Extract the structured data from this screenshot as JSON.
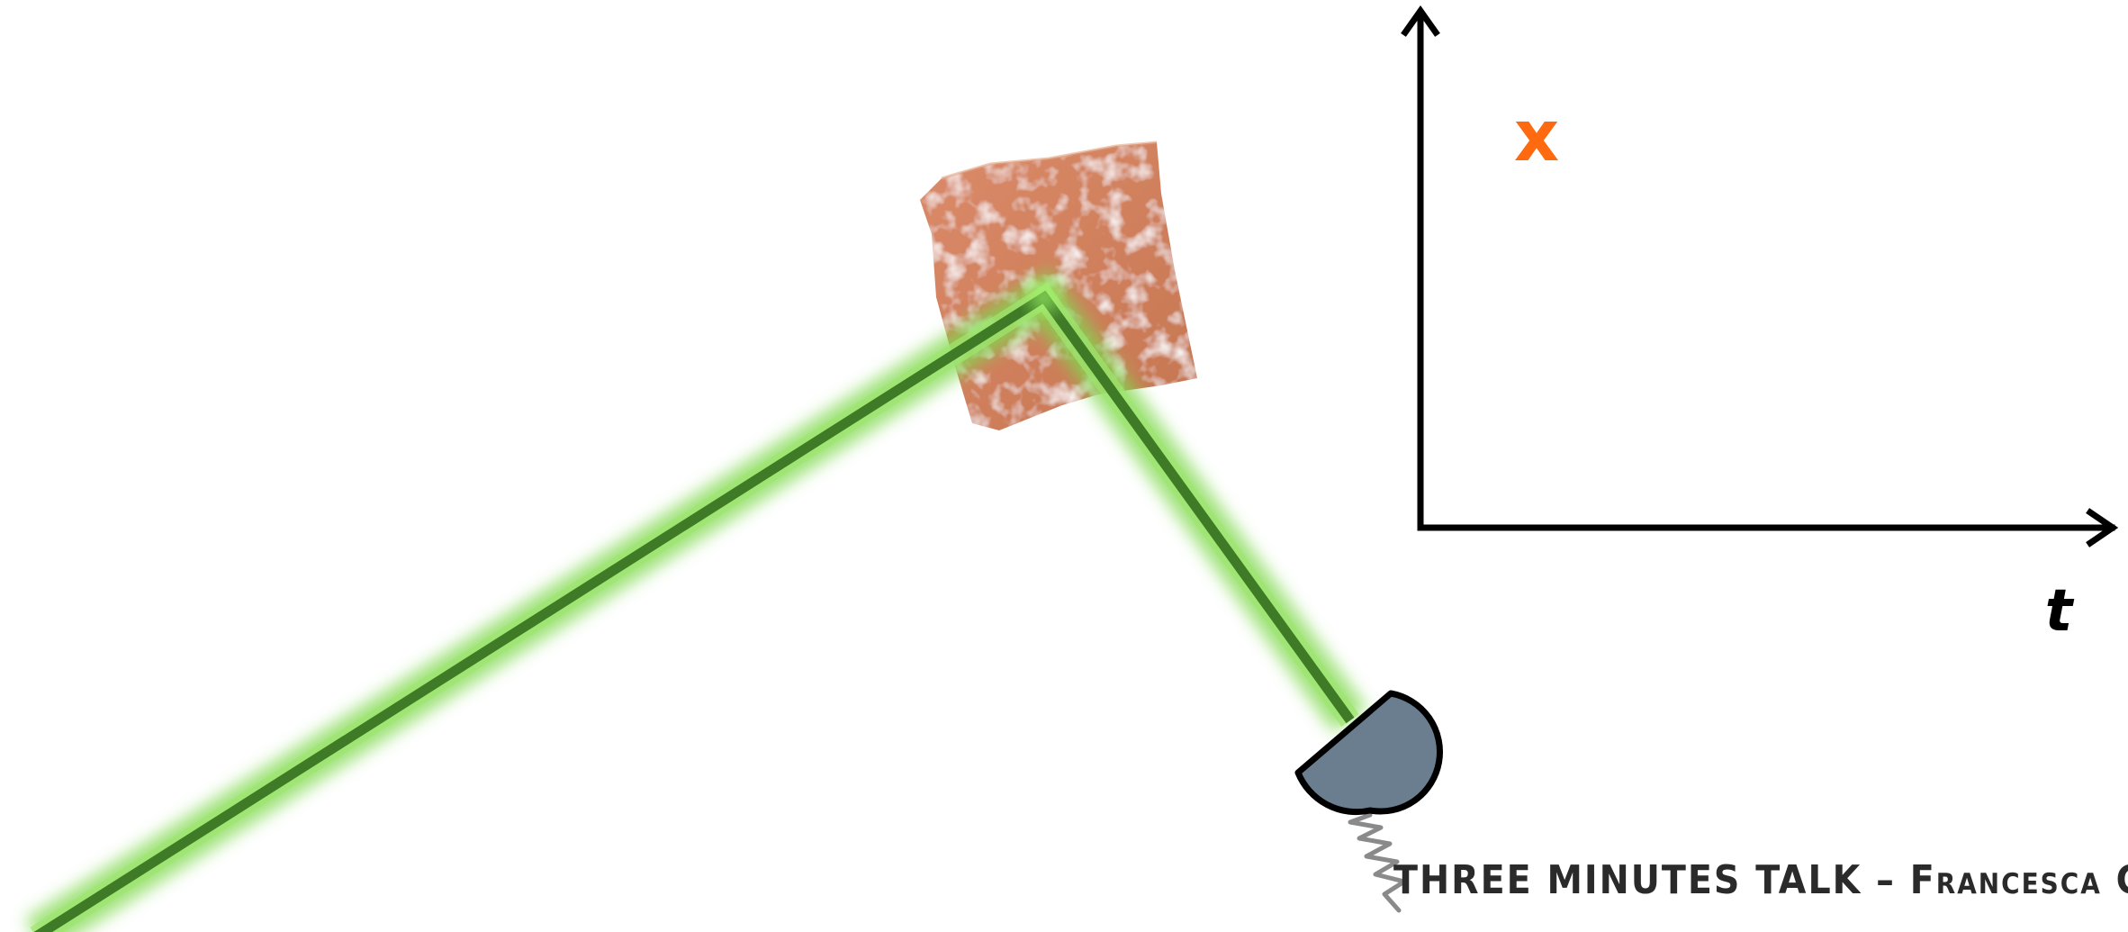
{
  "graph": {
    "y_label": "x",
    "x_label": "t"
  },
  "footer": {
    "prefix": "THREE MINUTES TALK – ",
    "author": "Francesca Giust"
  },
  "colors": {
    "beam_dark": "#3f7a26",
    "beam_glow": "#7fd94e",
    "cube": "#cf7a52",
    "detector": "#6b7e90",
    "axis": "#000000",
    "y_label": "#ff6a10"
  },
  "icons": {
    "cube": "sample-cube-icon",
    "detector": "photodetector-icon",
    "wire": "spring-wire-icon"
  }
}
